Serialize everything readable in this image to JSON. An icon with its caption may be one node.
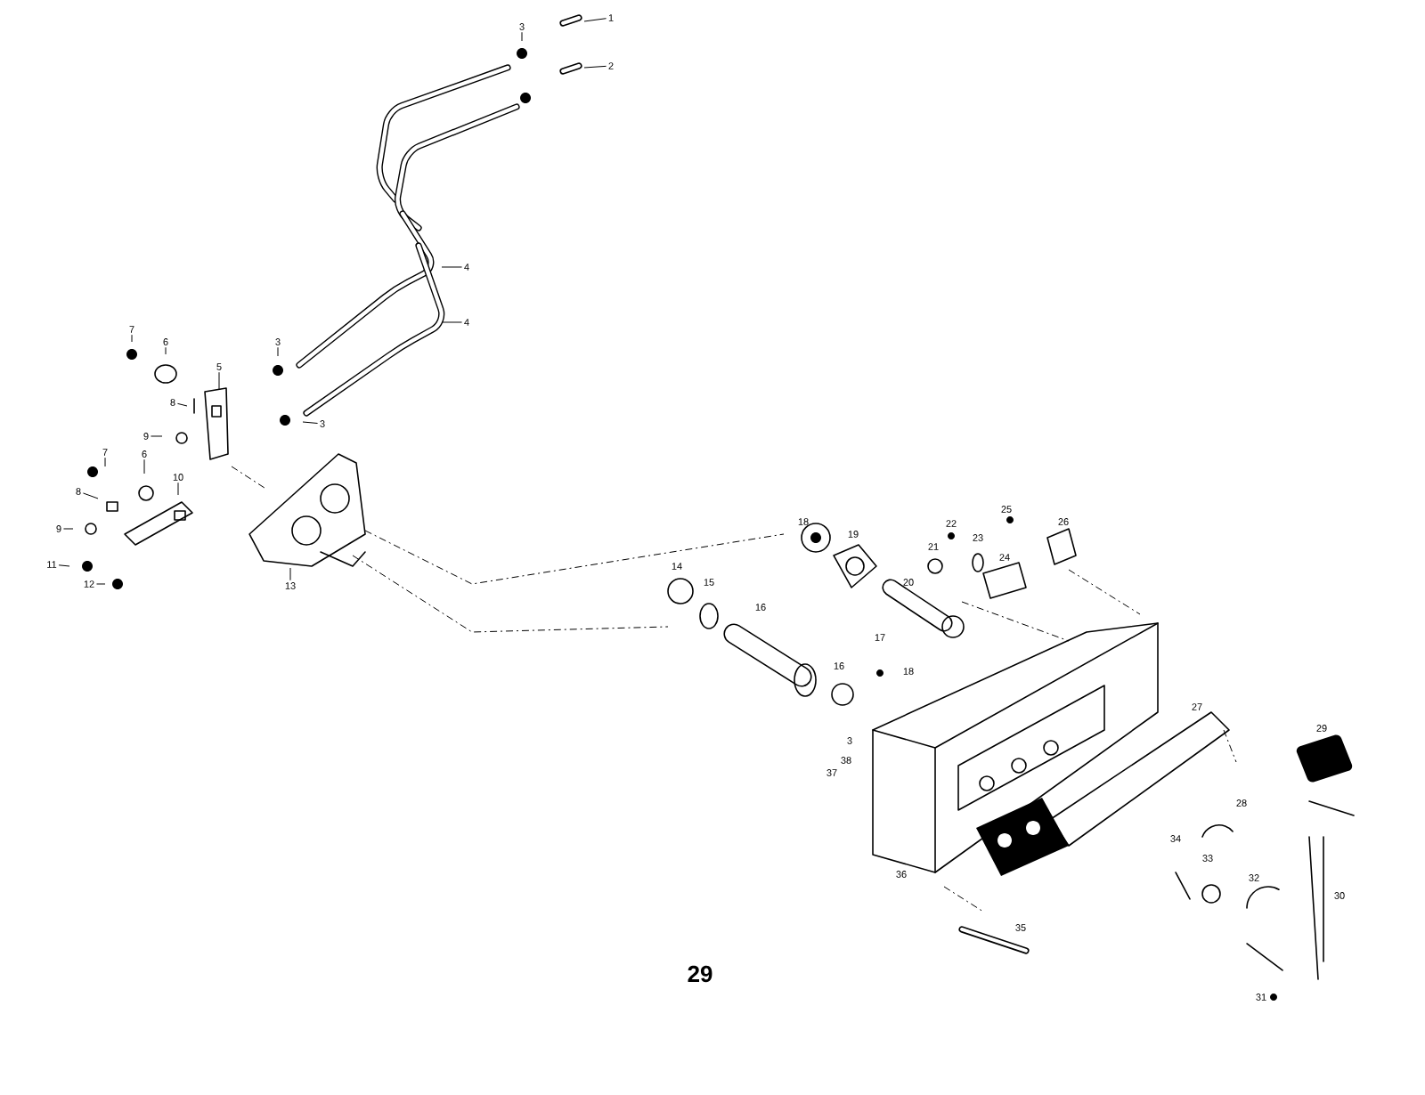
{
  "diagram": {
    "nodes": [
      {
        "text": [
          "1"
        ]
      },
      {
        "text": [
          "3"
        ]
      },
      {
        "text": [
          "2"
        ]
      },
      {
        "text": [
          "4"
        ]
      },
      {
        "text": [
          "4"
        ]
      },
      {
        "text": [
          "7"
        ]
      },
      {
        "text": [
          "6"
        ]
      },
      {
        "text": [
          "3"
        ]
      },
      {
        "text": [
          "5"
        ]
      },
      {
        "text": [
          "8"
        ]
      },
      {
        "text": [
          "3"
        ]
      },
      {
        "text": [
          "9"
        ]
      },
      {
        "text": [
          "7"
        ]
      },
      {
        "text": [
          "6"
        ]
      },
      {
        "text": [
          "10"
        ]
      },
      {
        "text": [
          "8"
        ]
      },
      {
        "text": [
          "9"
        ]
      },
      {
        "text": [
          "11"
        ]
      },
      {
        "text": [
          "12"
        ]
      },
      {
        "text": [
          "13"
        ]
      },
      {
        "text": [
          "18"
        ]
      },
      {
        "text": [
          "19"
        ]
      },
      {
        "text": [
          "25"
        ]
      },
      {
        "text": [
          "26"
        ]
      },
      {
        "text": [
          "22"
        ]
      },
      {
        "text": [
          "23"
        ]
      },
      {
        "text": [
          "21"
        ]
      },
      {
        "text": [
          "24"
        ]
      },
      {
        "text": [
          "14"
        ]
      },
      {
        "text": [
          "15"
        ]
      },
      {
        "text": [
          "20"
        ]
      },
      {
        "text": [
          "16"
        ]
      },
      {
        "text": [
          "17"
        ]
      },
      {
        "text": [
          "16"
        ]
      },
      {
        "text": [
          "18"
        ]
      },
      {
        "text": [
          "27"
        ]
      },
      {
        "text": [
          "29"
        ]
      },
      {
        "text": [
          "3"
        ]
      },
      {
        "text": [
          "38"
        ]
      },
      {
        "text": [
          "37"
        ]
      },
      {
        "text": [
          "28"
        ]
      },
      {
        "text": [
          "34"
        ]
      },
      {
        "text": [
          "33"
        ]
      },
      {
        "text": [
          "36"
        ]
      },
      {
        "text": [
          "32"
        ]
      },
      {
        "text": [
          "30"
        ]
      },
      {
        "text": [
          "35"
        ]
      },
      {
        "text": [
          "31"
        ]
      }
    ],
    "edges": [
      {
        "from": 0,
        "to": null,
        "arrow": "none"
      },
      {
        "from": 1,
        "to": null,
        "arrow": "none"
      },
      {
        "from": 2,
        "to": null,
        "arrow": "none"
      },
      {
        "from": 3,
        "to": null,
        "arrow": "none"
      },
      {
        "from": 4,
        "to": null,
        "arrow": "none"
      },
      {
        "from": 5,
        "to": null,
        "arrow": "none"
      },
      {
        "from": 6,
        "to": null,
        "arrow": "none"
      },
      {
        "from": 7,
        "to": null,
        "arrow": "none"
      },
      {
        "from": 8,
        "to": null,
        "arrow": "none"
      },
      {
        "from": 9,
        "to": null,
        "arrow": "none"
      },
      {
        "from": 10,
        "to": null,
        "arrow": "none"
      },
      {
        "from": 11,
        "to": null,
        "arrow": "none"
      },
      {
        "from": 12,
        "to": null,
        "arrow": "none"
      },
      {
        "from": 13,
        "to": null,
        "arrow": "none"
      },
      {
        "from": 14,
        "to": null,
        "arrow": "none"
      },
      {
        "from": 15,
        "to": null,
        "arrow": "none"
      },
      {
        "from": 16,
        "to": null,
        "arrow": "none"
      },
      {
        "from": 17,
        "to": null,
        "arrow": "none"
      },
      {
        "from": 18,
        "to": null,
        "arrow": "none"
      },
      {
        "from": 19,
        "to": null,
        "arrow": "none"
      }
    ],
    "labels": [
      "29"
    ]
  }
}
